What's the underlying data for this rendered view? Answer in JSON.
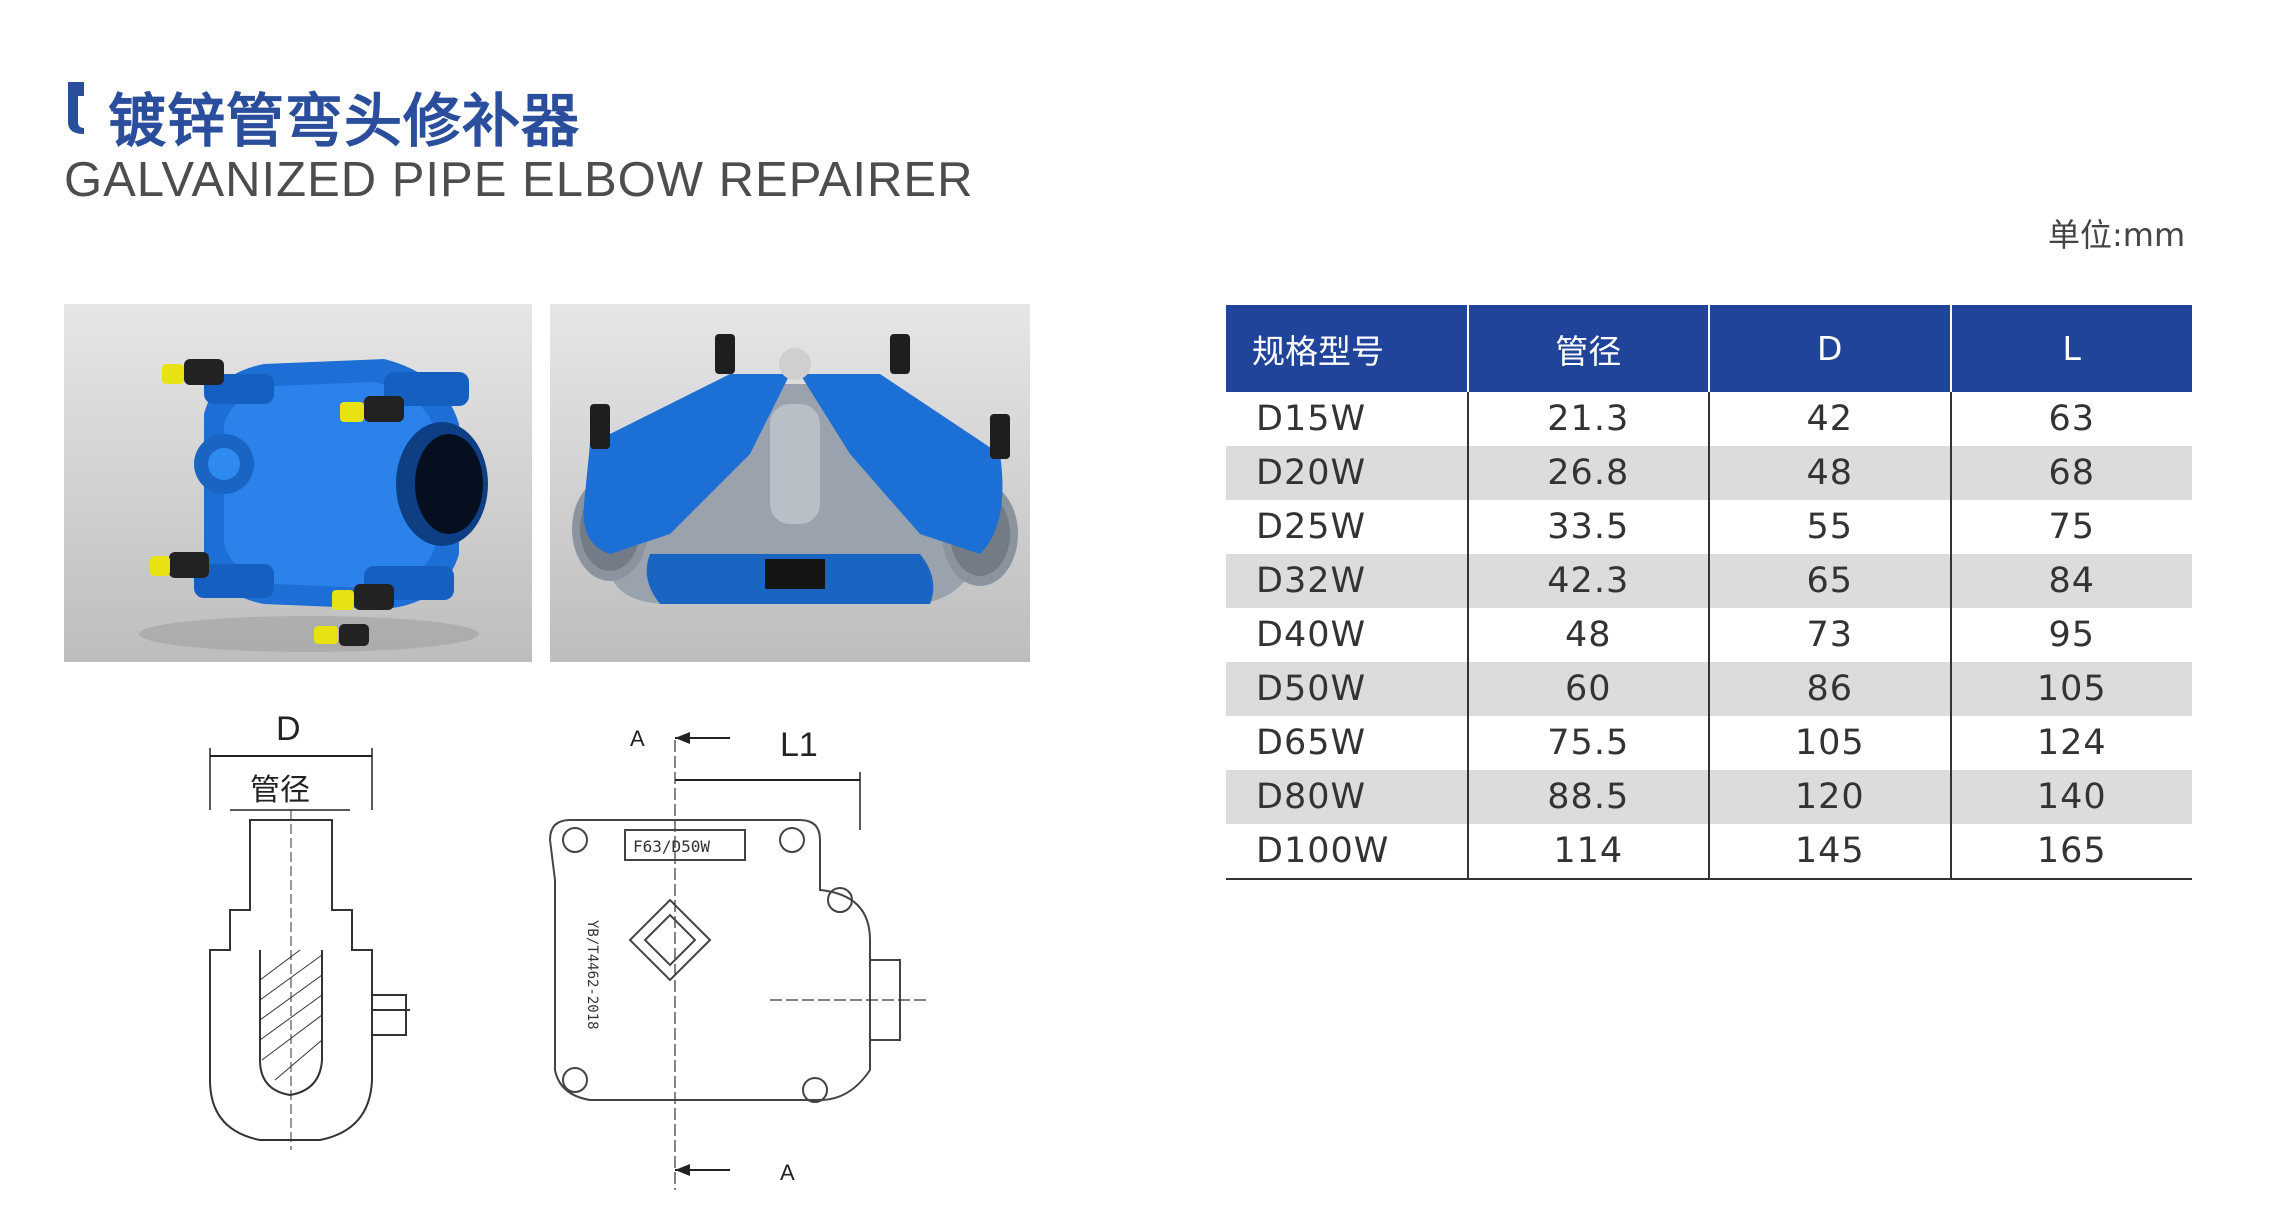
{
  "header": {
    "title_cn": "镀锌管弯头修补器",
    "title_en": "GALVANIZED PIPE ELBOW REPAIRER",
    "unit": "单位:mm"
  },
  "photos": {
    "left_alt": "blue repair clamp product photo",
    "right_alt": "blue elbow repairer mounted on pipe elbow"
  },
  "drawings": {
    "left": {
      "dim_D": "D",
      "dim_pipe": "管径"
    },
    "right": {
      "section_top": "A",
      "section_bottom": "A",
      "dim_L1": "L1",
      "cast_text_1": "F63/D50W",
      "cast_text_2": "YB/T4462-2018"
    }
  },
  "table": {
    "headers": [
      "规格型号",
      "管径",
      "D",
      "L"
    ],
    "rows": [
      [
        "D15W",
        "21.3",
        "42",
        "63"
      ],
      [
        "D20W",
        "26.8",
        "48",
        "68"
      ],
      [
        "D25W",
        "33.5",
        "55",
        "75"
      ],
      [
        "D32W",
        "42.3",
        "65",
        "84"
      ],
      [
        "D40W",
        "48",
        "73",
        "95"
      ],
      [
        "D50W",
        "60",
        "86",
        "105"
      ],
      [
        "D65W",
        "75.5",
        "105",
        "124"
      ],
      [
        "D80W",
        "88.5",
        "120",
        "140"
      ],
      [
        "D100W",
        "114",
        "145",
        "165"
      ]
    ]
  },
  "colors": {
    "accent": "#2a4e9c",
    "table_header": "#21449b",
    "shade_row": "#dcdcdc",
    "product_blue": "#1e6ad0"
  }
}
